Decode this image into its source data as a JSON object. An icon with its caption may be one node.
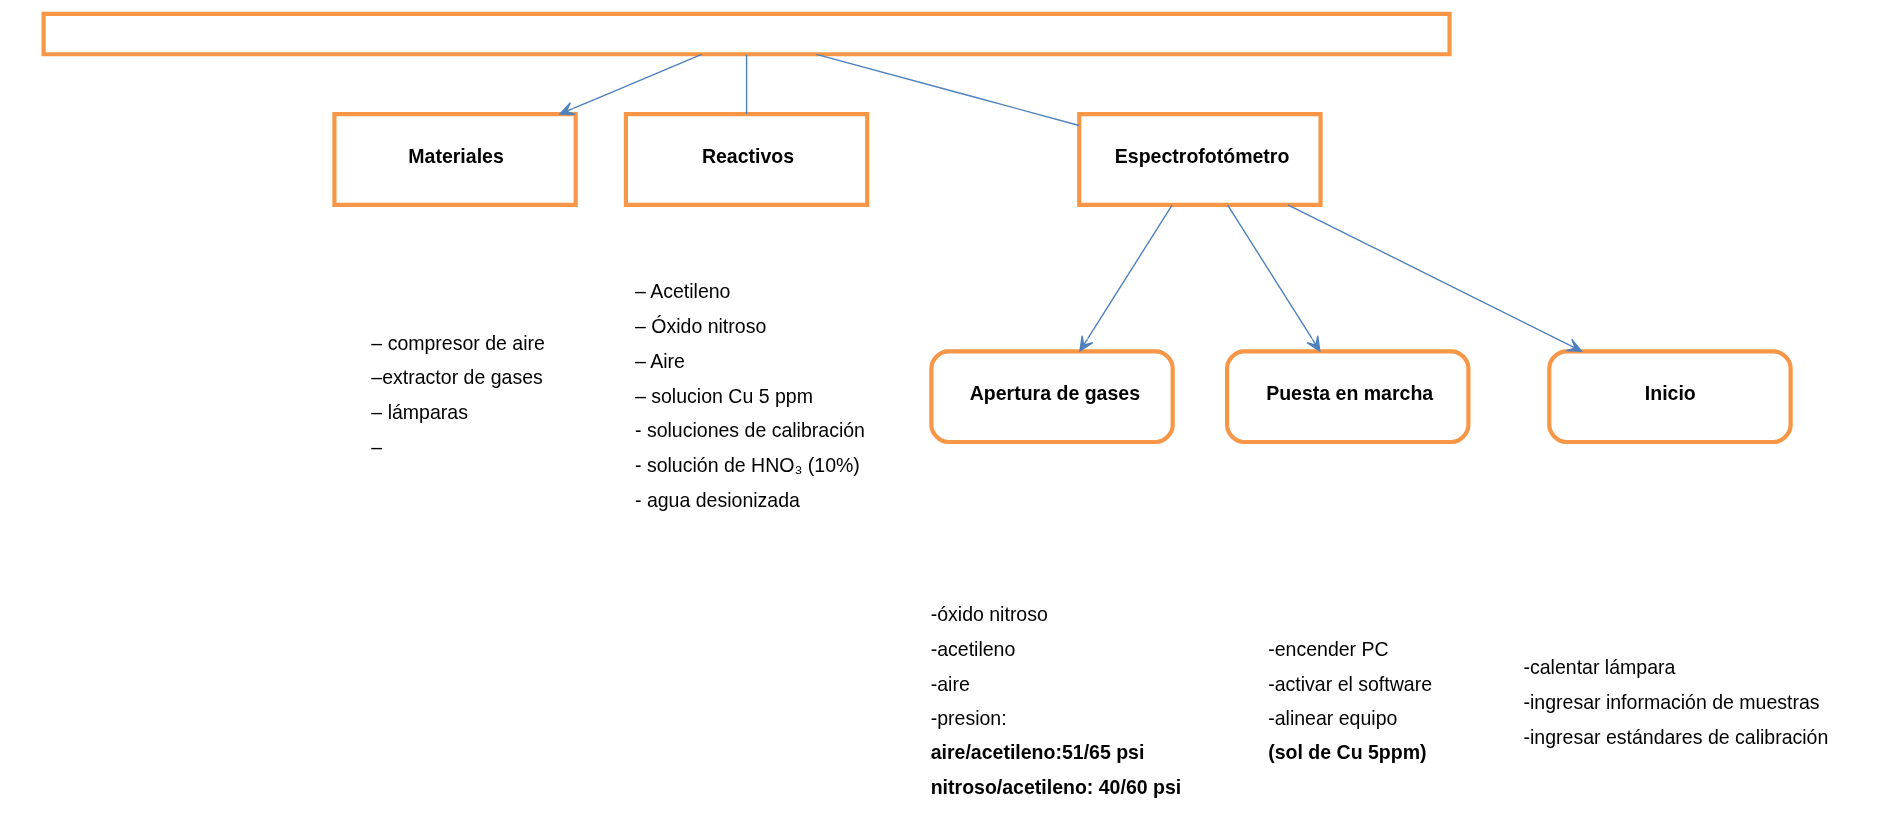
{
  "diagram": {
    "nodes": [
      {
        "text": [],
        "shape": "box"
      },
      {
        "text": [
          "Materiales"
        ],
        "beside": [
          "– compresor de aire",
          "–extractor de gases",
          "– lámparas",
          "–"
        ]
      },
      {
        "text": [
          "Reactivos"
        ],
        "beside": [
          "– Acetileno",
          "– Óxido nitroso",
          "– Aire",
          "– solucion Cu 5 ppm",
          "- soluciones de calibración",
          "- solución de HNO₃ (10%)",
          "- agua desionizada"
        ]
      },
      {
        "text": [
          "Espectrofotómetro"
        ]
      },
      {
        "text": [
          "Apertura de gases"
        ],
        "beside": [
          "-óxido nitroso",
          "-acetileno",
          "-aire",
          "-presion:",
          "aire/acetileno:51/65 psi",
          "nitroso/acetileno: 40/60 psi"
        ]
      },
      {
        "text": [
          "Puesta en marcha"
        ],
        "beside": [
          "-encender PC",
          "-activar el software",
          "-alinear equipo",
          "(sol de Cu 5ppm)"
        ]
      },
      {
        "text": [
          "Inicio"
        ],
        "beside": [
          "-calentar lámpara",
          "-ingresar información de muestras",
          "-ingresar estándares de calibración"
        ]
      }
    ],
    "edges": [
      {
        "from": 0,
        "to": 1,
        "arrow": "to"
      },
      {
        "from": 0,
        "to": 2,
        "arrow": "none"
      },
      {
        "from": 0,
        "to": 3,
        "arrow": "none"
      },
      {
        "from": 3,
        "to": 4,
        "arrow": "to"
      },
      {
        "from": 3,
        "to": 5,
        "arrow": "to"
      },
      {
        "from": 3,
        "to": 6,
        "arrow": "to"
      }
    ]
  }
}
